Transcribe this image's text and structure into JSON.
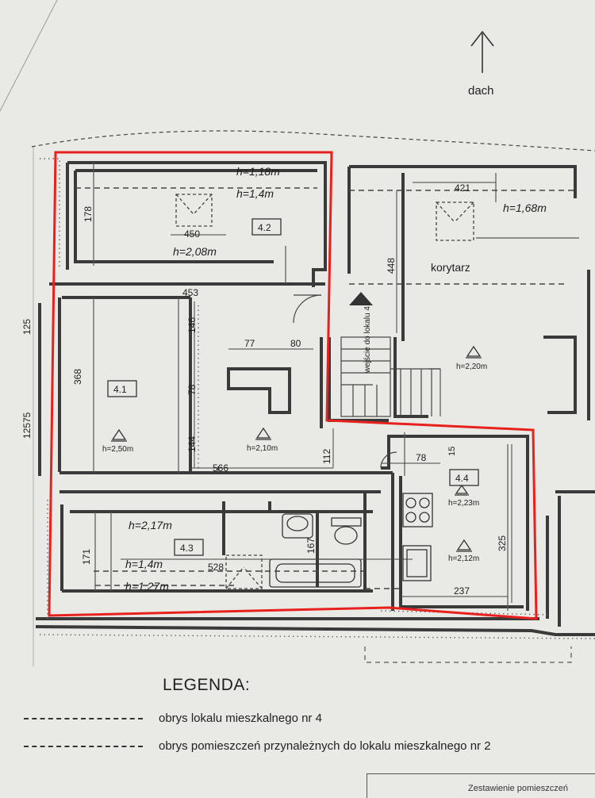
{
  "orientation": {
    "label": "dach",
    "icon": "north-arrow-icon"
  },
  "rooms": {
    "r42": {
      "id": "4.2",
      "dim_height": "178",
      "dim_width": "450",
      "h_top": "h=1,18m",
      "h_mid": "h=1,4m",
      "h_bottom": "h=2,08m"
    },
    "r41": {
      "id": "4.1",
      "dim_height": "368",
      "height": "h=2,50m"
    },
    "hall": {
      "dim_453": "453",
      "dim_146": "146",
      "dim_78": "78",
      "dim_144": "144",
      "dim_77": "77",
      "dim_80": "80",
      "dim_566": "566",
      "dim_112": "112",
      "height": "h=2,10m"
    },
    "r43": {
      "id": "4.3",
      "dim_height": "171",
      "dim_width": "528",
      "h_top": "h=2,17m",
      "h_mid": "h=1,4m",
      "h_bottom": "h=1,27m",
      "dim_167": "167"
    },
    "r44": {
      "id": "4.4",
      "dim_78": "78",
      "dim_15": "15",
      "height_upper": "h=2,23m",
      "height_lower": "h=2,12m",
      "dim_325": "325",
      "dim_237": "237"
    },
    "corridor": {
      "label": "korytarz",
      "dim_421": "421",
      "h_top": "h=1,68m",
      "dim_448": "448",
      "height": "h=2,20m",
      "entrance": "wejście do lokalu 4"
    }
  },
  "left_dims": {
    "d125a": "125",
    "d75": "75",
    "d125b": "125"
  },
  "legend": {
    "title": "LEGENDA:",
    "items": [
      {
        "label": "obrys  lokalu mieszkalnego nr 4"
      },
      {
        "label": "obrys pomieszczeń przynależnych do lokalu mieszkalnego nr 2"
      }
    ]
  },
  "footer": {
    "text": "Zestawienie pomieszczeń"
  },
  "colors": {
    "paper": "#e9e9e6",
    "wall": "#3a3a3a",
    "outline": "#e8201e"
  }
}
